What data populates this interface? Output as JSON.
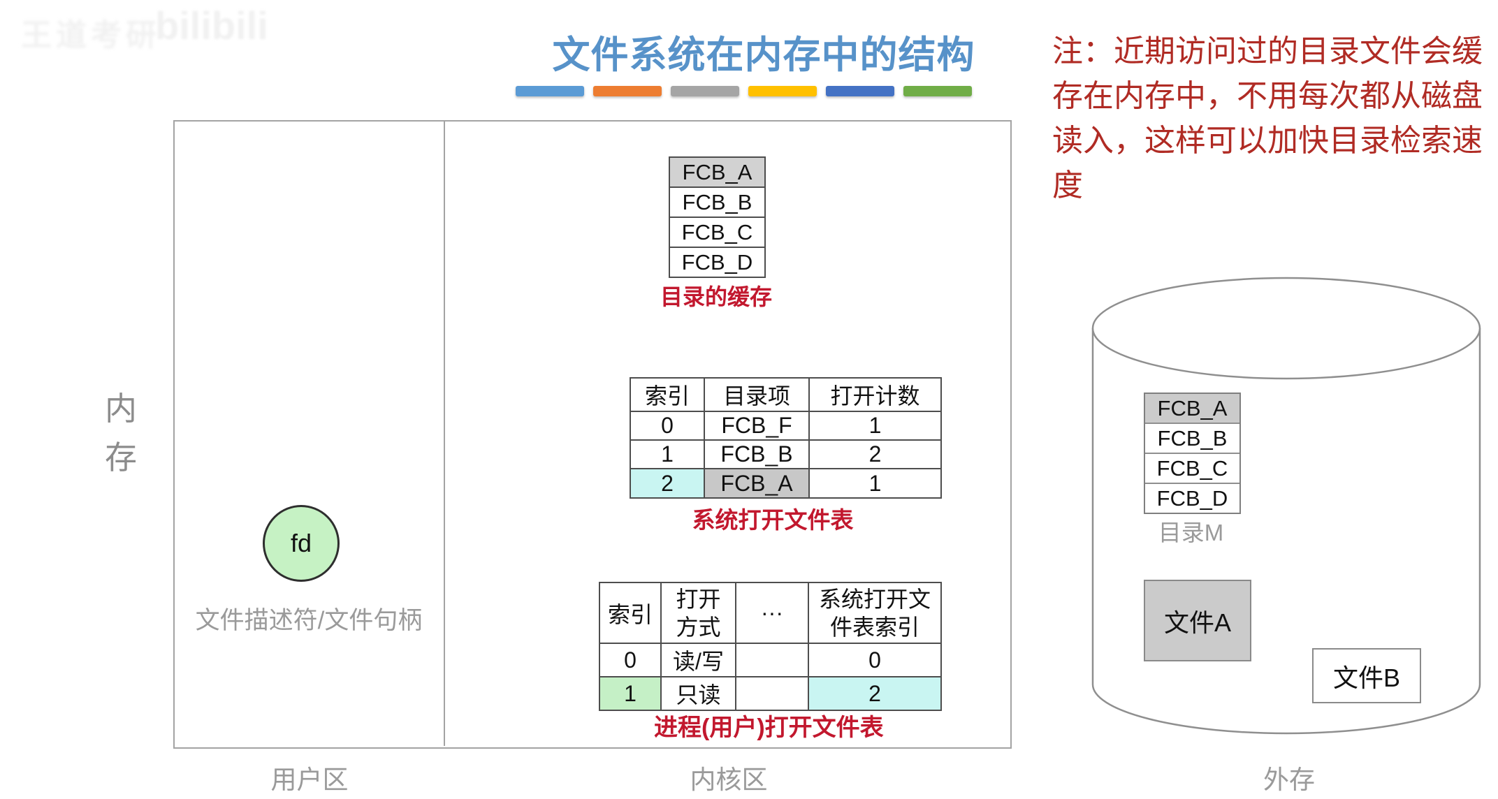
{
  "watermark": {
    "channel": "王道考研",
    "platform": "bilibili"
  },
  "title": "文件系统在内存中的结构",
  "decor": {
    "bars": [
      "#5B9BD5",
      "#ED7D31",
      "#A5A5A5",
      "#FFC000",
      "#4472C4",
      "#70AD47"
    ]
  },
  "note": {
    "lines": [
      "注：近期访问过的目录文件会缓",
      "存在内存中，不用每次都从磁盘",
      "读入，这样可以加快目录检索速",
      "度"
    ]
  },
  "memory": {
    "label": "内存",
    "user_area": {
      "label": "用户区",
      "fd_circle": "fd",
      "fd_caption": "文件描述符/文件句柄"
    },
    "kernel_area": {
      "label": "内核区",
      "dir_cache": {
        "rows": [
          "FCB_A",
          "FCB_B",
          "FCB_C",
          "FCB_D"
        ],
        "highlight_row": 0,
        "caption": "目录的缓存"
      },
      "system_table": {
        "headers": [
          "索引",
          "目录项",
          "打开计数"
        ],
        "rows": [
          [
            "0",
            "FCB_F",
            "1"
          ],
          [
            "1",
            "FCB_B",
            "2"
          ],
          [
            "2",
            "FCB_A",
            "1"
          ]
        ],
        "highlight": {
          "row": 2,
          "index_cell": "cyan",
          "entry_cell": "gray"
        },
        "caption": "系统打开文件表"
      },
      "process_table": {
        "headers": [
          "索引",
          "打开方式",
          "···",
          "系统打开文件表索引"
        ],
        "rows": [
          [
            "0",
            "读/写",
            "",
            "0"
          ],
          [
            "1",
            "只读",
            "",
            "2"
          ]
        ],
        "highlight": {
          "row": 1,
          "index_cell": "green",
          "ref_cell": "cyan"
        },
        "caption": "进程(用户)打开文件表"
      }
    }
  },
  "disk": {
    "label": "外存",
    "directory": {
      "rows": [
        "FCB_A",
        "FCB_B",
        "FCB_C",
        "FCB_D"
      ],
      "highlight_row": 0,
      "caption": "目录M"
    },
    "file_a": "文件A",
    "file_b": "文件B"
  },
  "colors": {
    "title_blue": "#5792C9",
    "note_red": "#B02B24",
    "caption_red": "#C2182E",
    "highlight_cyan": "#C9F5F2",
    "highlight_green": "#C5F0C6",
    "highlight_gray": "#C8C8C8",
    "fd_green": "#C6F2C4",
    "outline_gray": "#A3A3A3"
  }
}
